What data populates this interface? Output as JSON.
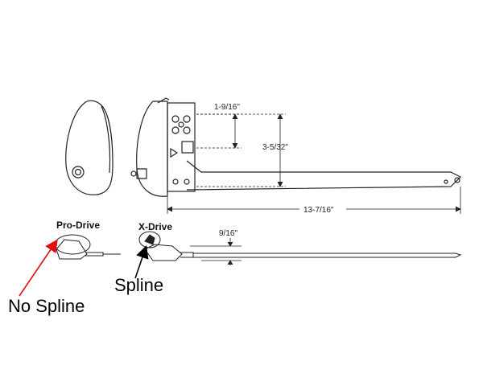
{
  "dimensions": {
    "top_small": "1-9/16\"",
    "height_total": "3-5/32\"",
    "arm_length": "13-7/16\"",
    "offset_small": "9/16\""
  },
  "labels": {
    "pro_drive": "Pro-Drive",
    "x_drive": "X-Drive",
    "spline": "Spline",
    "no_spline": "No Spline"
  },
  "colors": {
    "line": "#222222",
    "red_arrow": "#e01010",
    "black_arrow": "#000000"
  }
}
